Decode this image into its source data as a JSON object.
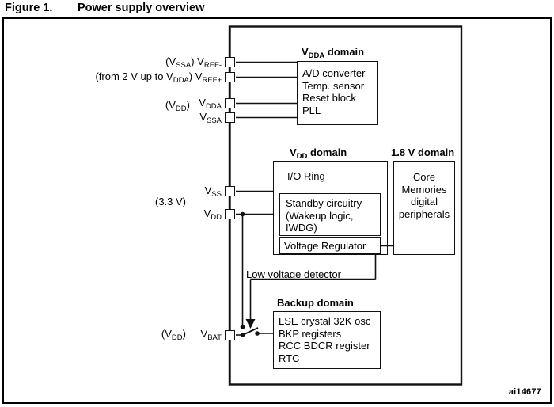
{
  "figure": {
    "number": "Figure 1.",
    "title": "Power supply overview",
    "credit": "ai14677"
  },
  "pins": [
    {
      "id": "vref-minus",
      "name": "V",
      "sub": "REF-",
      "note": "(V",
      "note_sub": "SSA",
      "note_tail": ")",
      "note_full": "(VSSA)"
    },
    {
      "id": "vref-plus",
      "name": "V",
      "sub": "REF+",
      "note_full": "(from 2 V up to VDDA)"
    },
    {
      "id": "vdda",
      "name": "V",
      "sub": "DDA",
      "note_full": "(VDD)"
    },
    {
      "id": "vssa",
      "name": "V",
      "sub": "SSA",
      "note_full": ""
    },
    {
      "id": "vss",
      "name": "V",
      "sub": "SS",
      "note_full": ""
    },
    {
      "id": "vdd",
      "name": "V",
      "sub": "DD",
      "note_full": "(3.3 V)"
    },
    {
      "id": "vbat",
      "name": "V",
      "sub": "BAT",
      "note_full": "(VDD)"
    }
  ],
  "pin_labels": {
    "vref_minus": "V",
    "vref_minus_sub": "REF-",
    "vref_plus": "V",
    "vref_plus_sub": "REF+",
    "vdda": "V",
    "vdda_sub": "DDA",
    "vssa": "V",
    "vssa_sub": "SSA",
    "vss": "V",
    "vss_sub": "SS",
    "vdd": "V",
    "vdd_sub": "DD",
    "vbat": "V",
    "vbat_sub": "BAT"
  },
  "annotations": {
    "vssa_paren": "(V",
    "vssa_paren_sub": "SSA",
    "vssa_paren_end": ")",
    "vref_plus_range": "(from 2 V up to V",
    "vref_plus_range_sub": "DDA",
    "vref_plus_range_end": ")",
    "vdd_paren": "(V",
    "vdd_paren_sub": "DD",
    "vdd_paren_end": ")",
    "supply_33": "(3.3 V)",
    "vbat_paren": "(V",
    "vbat_paren_sub": "DD",
    "vbat_paren_end": ")",
    "low_voltage_detector": "Low voltage detector"
  },
  "domains": [
    {
      "id": "vdda-domain",
      "title_main": "V",
      "title_sub": "DDA",
      "title_tail": " domain",
      "items": [
        "A/D converter",
        "Temp. sensor",
        "Reset block",
        "PLL"
      ],
      "items_text": "A/D converter\nTemp. sensor\nReset block\nPLL"
    },
    {
      "id": "vdd-domain",
      "title_main": "V",
      "title_sub": "DD",
      "title_tail": " domain",
      "items": [
        "I/O Ring"
      ],
      "items_text": "I/O Ring",
      "sub_blocks": [
        {
          "id": "standby-circuitry",
          "lines": [
            "Standby circuitry",
            "(Wakeup logic,",
            "IWDG)"
          ],
          "text": "Standby circuitry\n(Wakeup logic,\nIWDG)"
        },
        {
          "id": "voltage-regulator",
          "lines": [
            "Voltage Regulator"
          ],
          "text": "Voltage Regulator"
        }
      ]
    },
    {
      "id": "core-domain",
      "title_main": "1.8 V domain",
      "title_sub": "",
      "title_tail": "",
      "items": [
        "Core",
        "Memories",
        "digital",
        "peripherals"
      ],
      "items_text": "Core\nMemories\ndigital\nperipherals"
    },
    {
      "id": "backup-domain",
      "title_main": "Backup domain",
      "title_sub": "",
      "title_tail": "",
      "items": [
        "LSE crystal 32K osc",
        "BKP registers",
        "RCC BDCR register",
        "RTC"
      ],
      "items_text": "LSE crystal 32K osc\nBKP registers\nRCC BDCR register\nRTC"
    }
  ],
  "colors": {
    "line": "#111111",
    "background": "#ffffff",
    "text": "#000000"
  }
}
